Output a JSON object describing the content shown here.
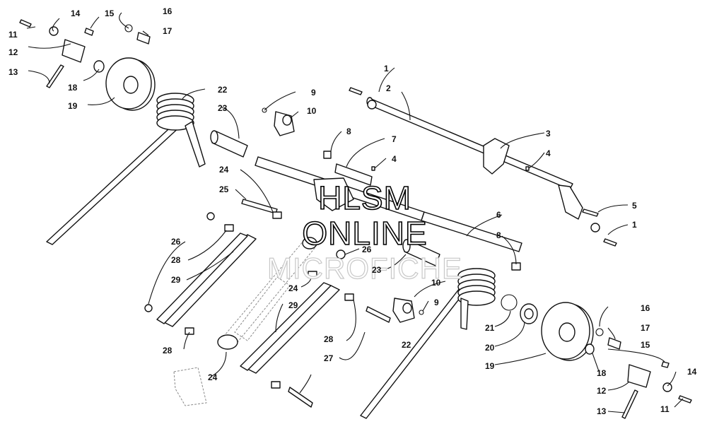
{
  "watermark": {
    "line1": "HLSM",
    "line2": "ONLINE",
    "line3": "MICROFICHE"
  },
  "callouts": [
    "11",
    "14",
    "15",
    "16",
    "17",
    "12",
    "13",
    "18",
    "19",
    "22",
    "23",
    "1",
    "2",
    "3",
    "4",
    "9",
    "10",
    "8",
    "7",
    "4",
    "5",
    "1",
    "6",
    "8",
    "24",
    "25",
    "26",
    "28",
    "29",
    "26",
    "23",
    "24",
    "10",
    "9",
    "21",
    "20",
    "19",
    "29",
    "28",
    "27",
    "22",
    "16",
    "17",
    "15",
    "18",
    "12",
    "14",
    "11",
    "13",
    "28",
    "24"
  ],
  "colors": {
    "ink": "#111111",
    "paper": "#ffffff",
    "ghost": "#8a8a8a"
  }
}
